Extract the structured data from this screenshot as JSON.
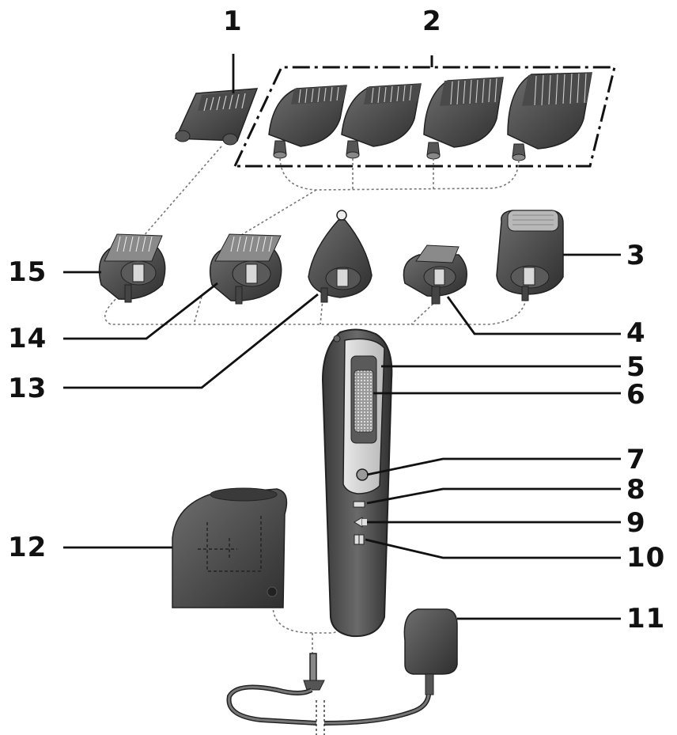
{
  "diagram": {
    "callouts": [
      {
        "id": "1",
        "label": "1",
        "part": "comb-attachment-small"
      },
      {
        "id": "2",
        "label": "2",
        "part": "comb-attachment-set"
      },
      {
        "id": "3",
        "label": "3",
        "part": "foil-shaver-head"
      },
      {
        "id": "4",
        "label": "4",
        "part": "detail-trimmer-head"
      },
      {
        "id": "5",
        "label": "5",
        "part": "handle-top-panel"
      },
      {
        "id": "6",
        "label": "6",
        "part": "slide-switch"
      },
      {
        "id": "7",
        "label": "7",
        "part": "power-button"
      },
      {
        "id": "8",
        "label": "8",
        "part": "indicator-1"
      },
      {
        "id": "9",
        "label": "9",
        "part": "indicator-2"
      },
      {
        "id": "10",
        "label": "10",
        "part": "indicator-3"
      },
      {
        "id": "11",
        "label": "11",
        "part": "power-adapter"
      },
      {
        "id": "12",
        "label": "12",
        "part": "charging-stand"
      },
      {
        "id": "13",
        "label": "13",
        "part": "nose-trimmer-head"
      },
      {
        "id": "14",
        "label": "14",
        "part": "wide-trimmer-head"
      },
      {
        "id": "15",
        "label": "15",
        "part": "precision-trimmer-head"
      }
    ],
    "colors": {
      "ink": "#111111",
      "part_dark": "#3d3d3d",
      "part_mid": "#6b6b6b",
      "part_light": "#a8a8a8",
      "panel": "#c9c9c9",
      "dotted": "#777777"
    }
  }
}
